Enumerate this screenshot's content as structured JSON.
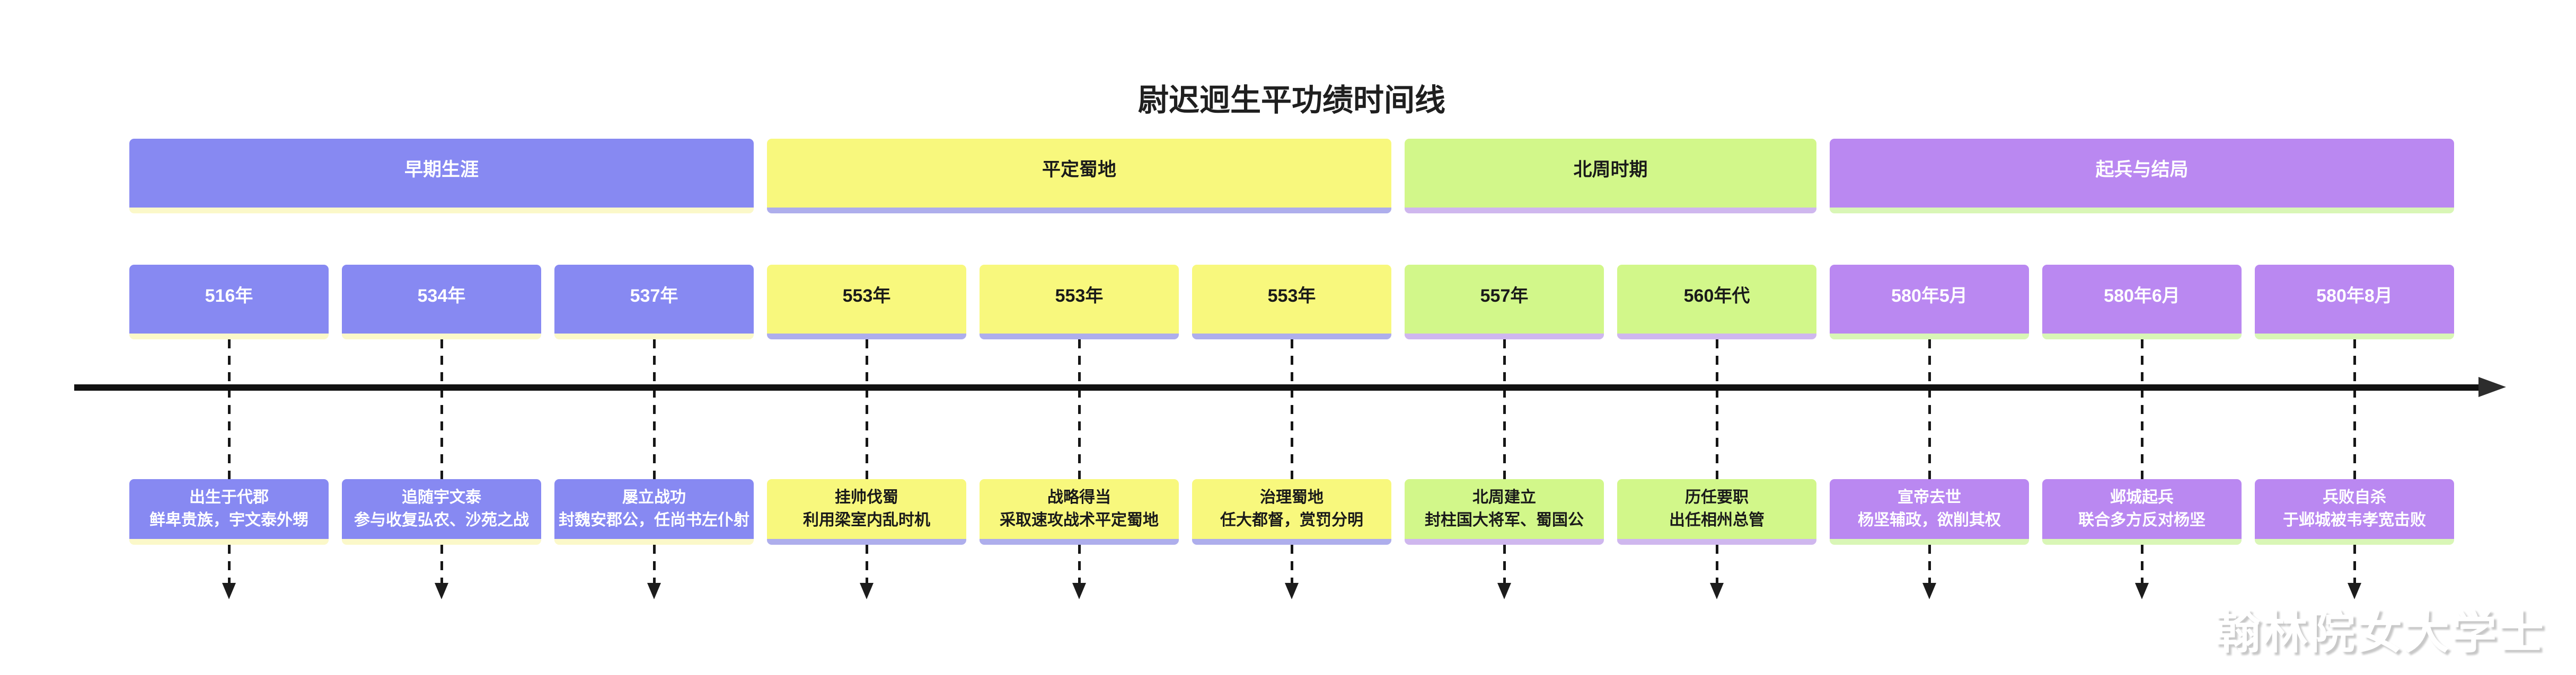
{
  "title": "尉迟迥生平功绩时间线",
  "watermark": "翰林院女大学士",
  "axis": {
    "color": "#111111",
    "arrow_color": "#2d2d2d",
    "connector_color": "#161616"
  },
  "palette": {
    "s1": {
      "bg": "#8789f2",
      "strip": "#fbf8c9",
      "text": "#ffffff"
    },
    "s2": {
      "bg": "#f8f87d",
      "strip": "#aeaeec",
      "text": "#1a1a1a"
    },
    "s3": {
      "bg": "#d2f78a",
      "strip": "#cfb7ee",
      "text": "#1a1a1a"
    },
    "s4": {
      "bg": "#ba88f1",
      "strip": "#d9f6b6",
      "text": "#ffffff"
    }
  },
  "sections": [
    {
      "label": "早期生涯",
      "columns": 3
    },
    {
      "label": "平定蜀地",
      "columns": 3
    },
    {
      "label": "北周时期",
      "columns": 2
    },
    {
      "label": "起兵与结局",
      "columns": 3
    }
  ],
  "columns": [
    {
      "year": "516年",
      "event_title": "出生于代郡",
      "event_detail": "鲜卑贵族，宇文泰外甥"
    },
    {
      "year": "534年",
      "event_title": "追随宇文泰",
      "event_detail": "参与收复弘农、沙苑之战"
    },
    {
      "year": "537年",
      "event_title": "屡立战功",
      "event_detail": "封魏安郡公，任尚书左仆射"
    },
    {
      "year": "553年",
      "event_title": "挂帅伐蜀",
      "event_detail": "利用梁室内乱时机"
    },
    {
      "year": "553年",
      "event_title": "战略得当",
      "event_detail": "采取速攻战术平定蜀地"
    },
    {
      "year": "553年",
      "event_title": "治理蜀地",
      "event_detail": "任大都督，赏罚分明"
    },
    {
      "year": "557年",
      "event_title": "北周建立",
      "event_detail": "封柱国大将军、蜀国公"
    },
    {
      "year": "560年代",
      "event_title": "历任要职",
      "event_detail": "出任相州总管"
    },
    {
      "year": "580年5月",
      "event_title": "宣帝去世",
      "event_detail": "杨坚辅政，欲削其权"
    },
    {
      "year": "580年6月",
      "event_title": "邺城起兵",
      "event_detail": "联合多方反对杨坚"
    },
    {
      "year": "580年8月",
      "event_title": "兵败自杀",
      "event_detail": "于邺城被韦孝宽击败"
    }
  ]
}
